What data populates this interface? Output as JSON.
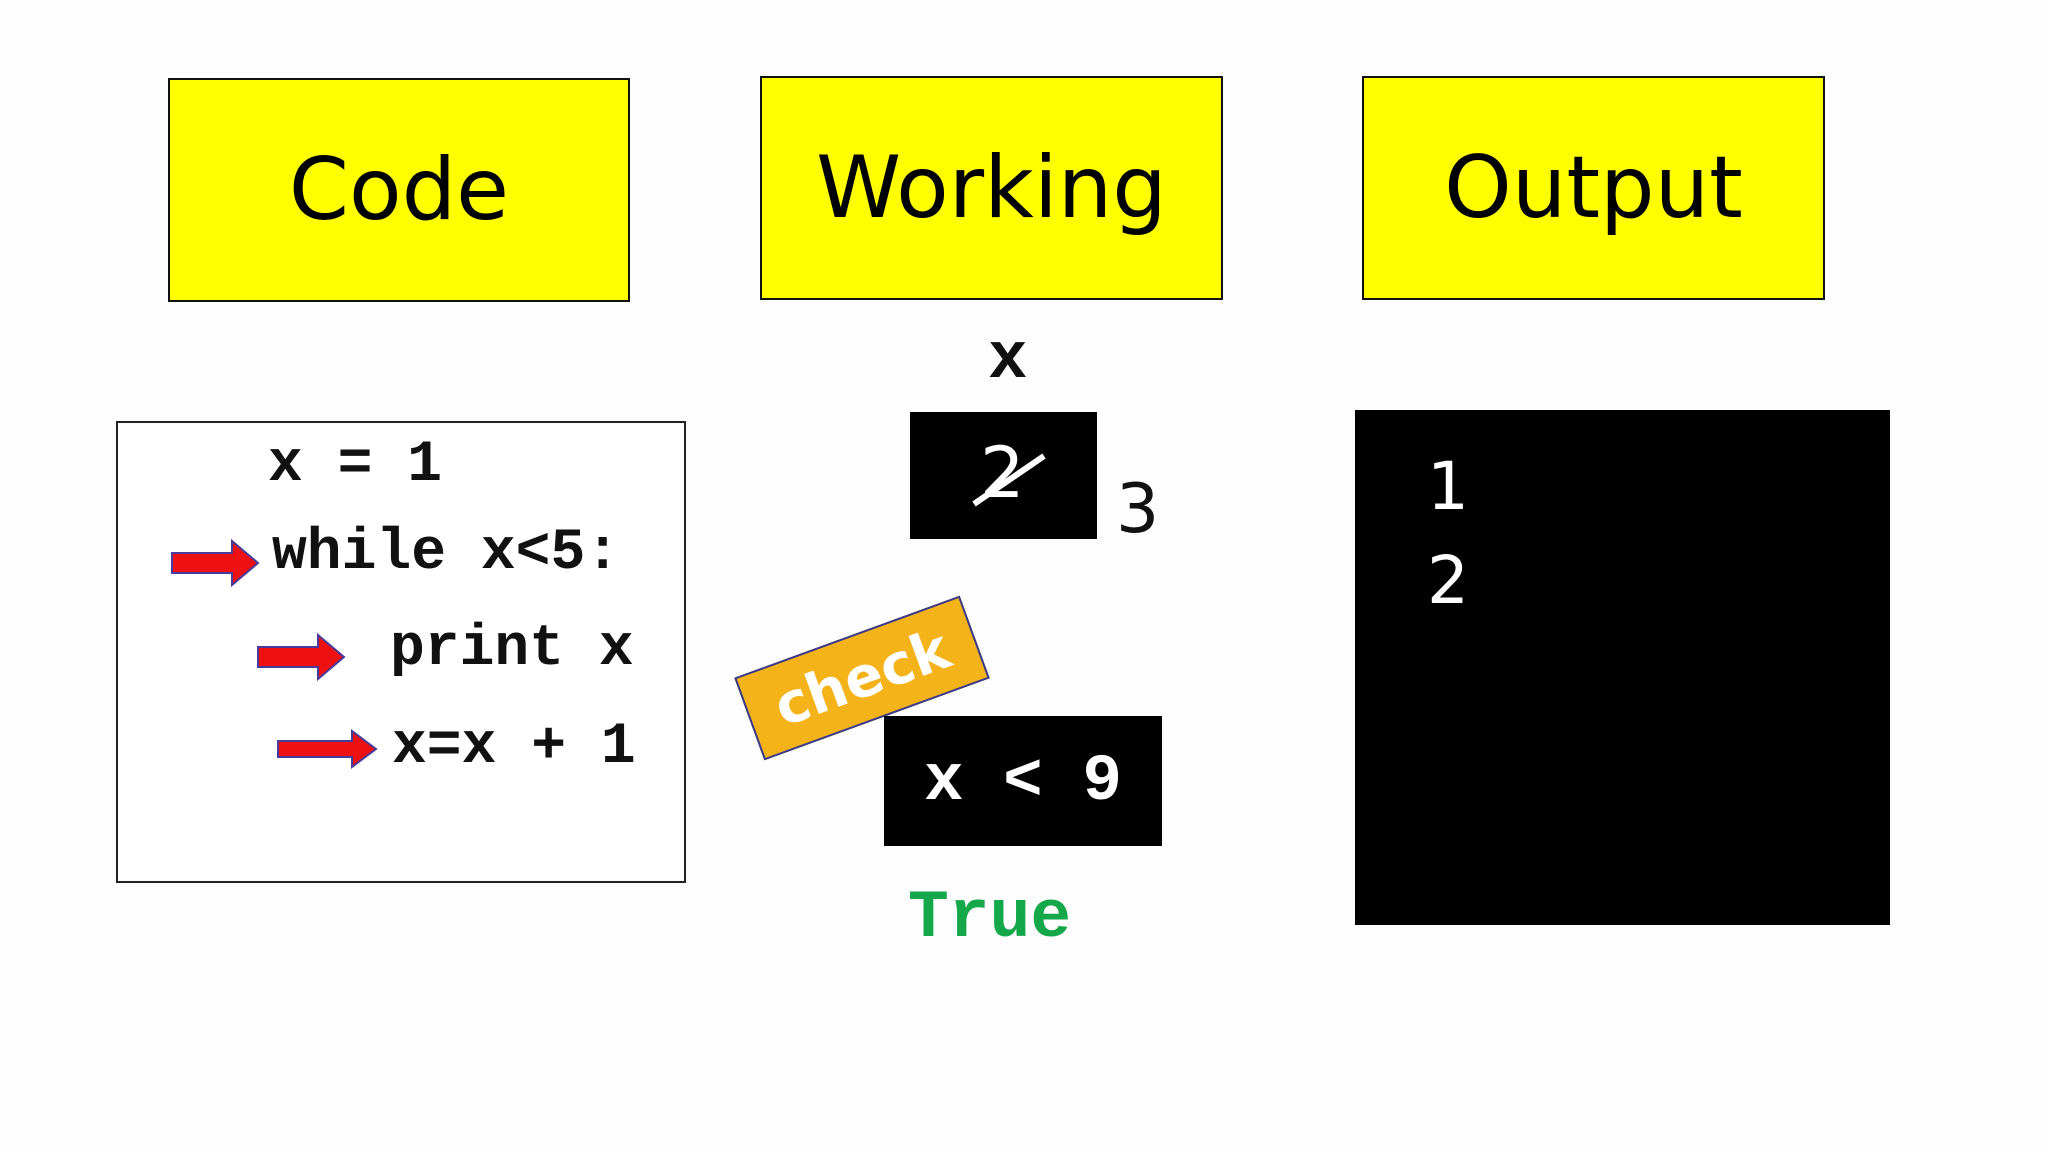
{
  "headers": {
    "code": "Code",
    "working": "Working",
    "output": "Output"
  },
  "code": {
    "line1": "x = 1",
    "line2": "while x<5:",
    "line3": "print x",
    "line4": "x=x + 1"
  },
  "working": {
    "var_name": "x",
    "old_value": "2",
    "new_value": "3",
    "check_label": "check",
    "condition": "x < 9",
    "result": "True"
  },
  "output": {
    "lines": [
      "1",
      "2"
    ]
  },
  "colors": {
    "header_bg": "#ffff00",
    "check_bg": "#f5b31a",
    "arrow": "#ee1111",
    "true_text": "#14a84a"
  }
}
